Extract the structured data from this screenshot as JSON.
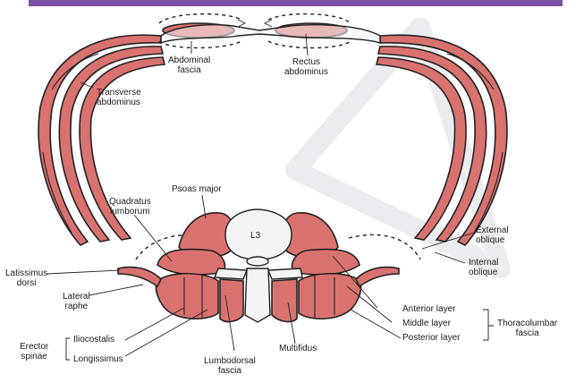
{
  "labels": {
    "abdominal_fascia": [
      "Abdominal",
      "fascia"
    ],
    "rectus_abdominus": [
      "Rectus",
      "abdominus"
    ],
    "transverse_abdominus": [
      "Transverse",
      "abdominus"
    ],
    "quadratus_lumborum": [
      "Quadratus",
      "lumborum"
    ],
    "psoas_major": "Psoas major",
    "vertebra": "L3",
    "external_oblique": [
      "External",
      "oblique"
    ],
    "internal_oblique": [
      "Internal",
      "oblique"
    ],
    "latissimus_dorsi": [
      "Latissimus",
      "dorsi"
    ],
    "lateral_raphe": [
      "Lateral",
      "raphe"
    ],
    "anterior_layer": "Anterior layer",
    "middle_layer": "Middle layer",
    "posterior_layer": "Posterior layer",
    "thoracolumbar_fascia": [
      "Thoracolumbar",
      "fascia"
    ],
    "erector_spinae": [
      "Erector",
      "spinae"
    ],
    "iliocostalis": "Iliocostalis",
    "longissimus": "Longissimus",
    "lumbodorsal_fascia": [
      "Lumbodorsal",
      "fascia"
    ],
    "multifidus": "Multifidus"
  },
  "colors": {
    "muscle": "#d9726f",
    "muscle_dark": "#b85452",
    "fascia": "#f4f4f4",
    "outline": "#222222",
    "accent_bar": "#7a4fa8"
  }
}
